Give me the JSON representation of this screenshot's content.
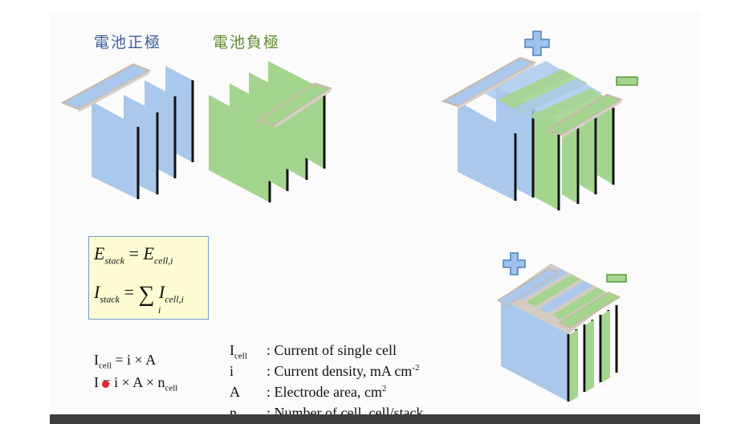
{
  "labels": {
    "positive_electrode": "電池正極",
    "negative_electrode": "電池負極"
  },
  "colors": {
    "positive_plate": "#a9c8ec",
    "negative_plate": "#a4d58e",
    "label_positive": "#3b5c9e",
    "label_negative": "#5e8a32",
    "formula_box_bg": "#fdfbd1",
    "formula_box_border": "#6f9fd8"
  },
  "symbols": {
    "plus": "plus-sign-icon",
    "minus": "minus-sign-icon"
  },
  "formulas": {
    "stack_voltage": {
      "lhs": "E",
      "lhs_sub": "stack",
      "rhs": "E",
      "rhs_sub": "cell,i"
    },
    "stack_current": {
      "lhs": "I",
      "lhs_sub": "stack",
      "sum": "∑",
      "sum_index": "i",
      "rhs": "I",
      "rhs_sub": "cell,i"
    }
  },
  "equations": {
    "cell_current": {
      "lhs": "I",
      "lhs_sub": "cell",
      "rhs": " = i × A"
    },
    "total_current": {
      "lhs": "I",
      "rhs": " = i × A × n",
      "rhs_sub": "cell"
    }
  },
  "definitions": [
    {
      "symbol": "I",
      "symbol_sub": "cell",
      "text": ": Current of single cell"
    },
    {
      "symbol": "i",
      "text": ": Current density, mA cm",
      "text_sup": "-2"
    },
    {
      "symbol": "A",
      "text": ": Electrode area, cm",
      "text_sup": "2"
    },
    {
      "symbol": "n",
      "text": ": Number of cell, cell/stack"
    }
  ]
}
